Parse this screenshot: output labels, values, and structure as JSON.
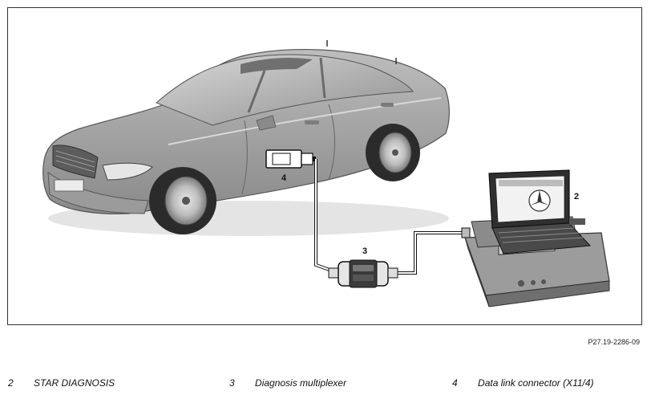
{
  "figure": {
    "reference_code": "P27.19-2286-09",
    "callouts": {
      "c2": "2",
      "c3": "3",
      "c4": "4"
    }
  },
  "legend": [
    {
      "num": "2",
      "label": "STAR DIAGNOSIS"
    },
    {
      "num": "3",
      "label": "Diagnosis multiplexer"
    },
    {
      "num": "4",
      "label": "Data link connector (X11/4)"
    }
  ]
}
